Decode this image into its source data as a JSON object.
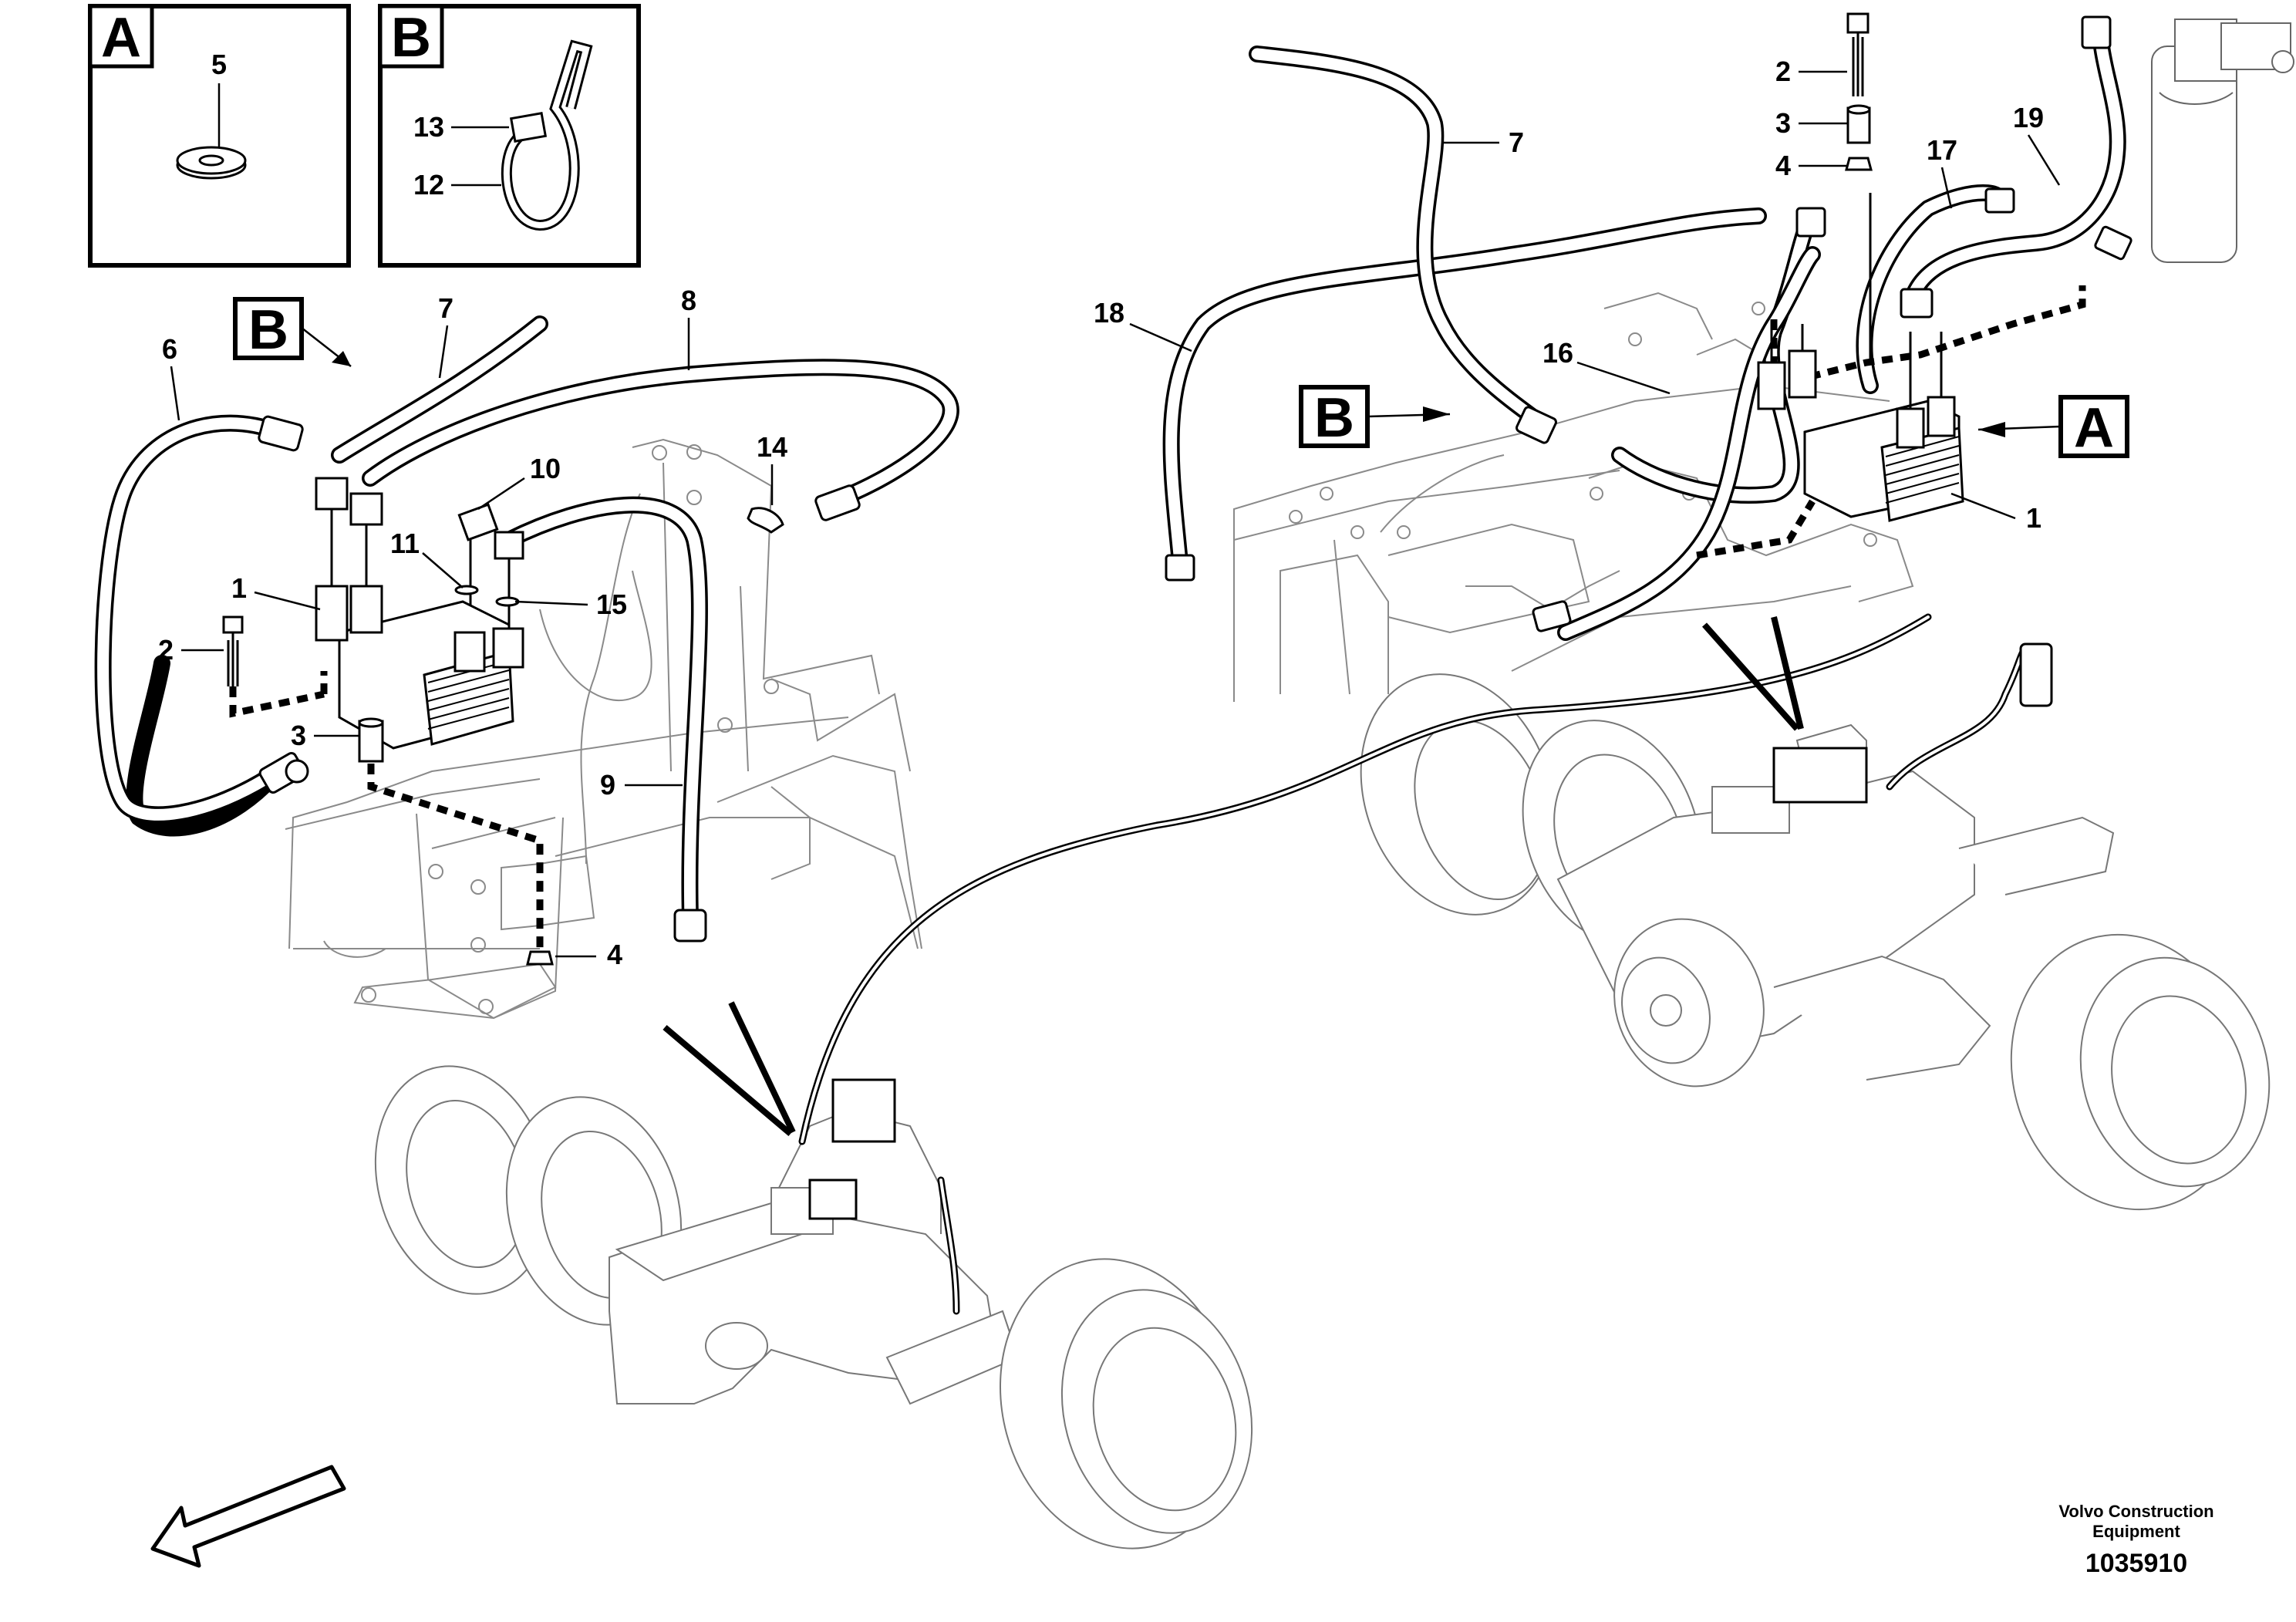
{
  "inset_boxes": [
    {
      "letter": "A",
      "part_numbers": [
        "5"
      ]
    },
    {
      "letter": "B",
      "part_numbers": [
        "13",
        "12"
      ]
    }
  ],
  "left_view": {
    "view_ref": "B",
    "callouts": [
      "6",
      "7",
      "8",
      "10",
      "14",
      "11",
      "15",
      "1",
      "2",
      "3",
      "9",
      "4"
    ]
  },
  "right_view": {
    "view_refs": [
      "B",
      "A"
    ],
    "callouts": [
      "2",
      "3",
      "4",
      "7",
      "17",
      "19",
      "18",
      "16",
      "1"
    ]
  },
  "footer": {
    "brand_line1": "Volvo Construction",
    "brand_line2": "Equipment",
    "doc_number": "1035910"
  },
  "icons": [
    "direction-arrow-icon",
    "washer-icon",
    "cable-tie-icon"
  ]
}
